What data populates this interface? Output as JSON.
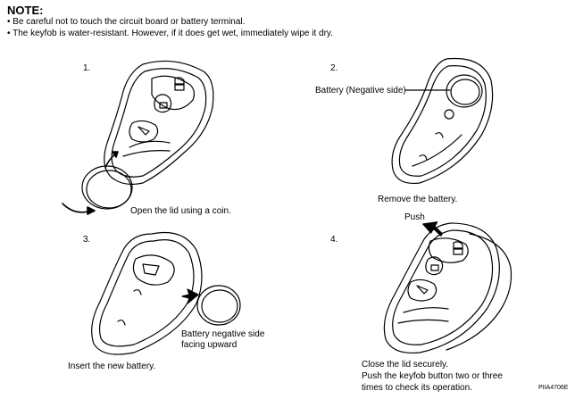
{
  "note": {
    "title": "NOTE:",
    "bullets": [
      "• Be careful not to touch the circuit board or battery terminal.",
      "• The keyfob is water-resistant. However, if it does get wet, immediately wipe it dry."
    ]
  },
  "steps": [
    {
      "number": "1.",
      "caption": [
        "Open the lid using a coin."
      ]
    },
    {
      "number": "2.",
      "label": "Battery (Negative side)",
      "caption": [
        "Remove the battery."
      ]
    },
    {
      "number": "3.",
      "label": [
        "Battery negative side",
        "facing upward"
      ],
      "caption": [
        "Insert the new battery."
      ]
    },
    {
      "number": "4.",
      "label": "Push",
      "caption": [
        "Close the lid securely.",
        "Push the keyfob button two or three",
        "times to check its operation."
      ]
    }
  ],
  "figure_code": "PIIA4706E"
}
